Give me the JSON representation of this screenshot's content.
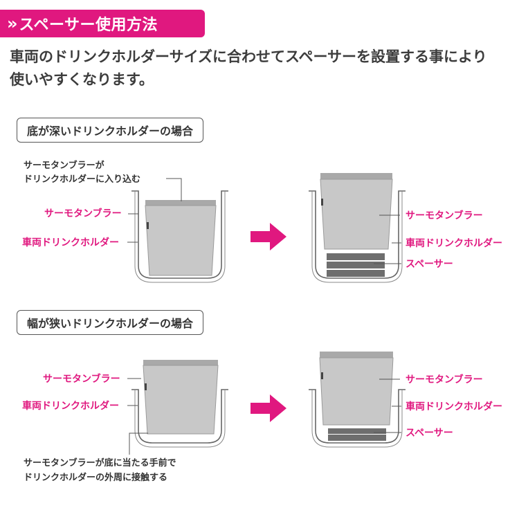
{
  "header": {
    "title": "スペーサー使用方法",
    "chevron": "»"
  },
  "intro": {
    "line1": "車両のドリンクホルダーサイズに合わせてスペーサーを設置する事により",
    "line2": "使いやすくなります。"
  },
  "section1": {
    "title": "底が深いドリンクホルダーの場合",
    "note_line1": "サーモタンブラーが",
    "note_line2": "ドリンクホルダーに入り込む",
    "tumbler_left": "サーモタンブラー",
    "holder_left": "車両ドリンクホルダー",
    "tumbler_right": "サーモタンブラー",
    "holder_right": "車両ドリンクホルダー",
    "spacer_right": "スペーサー"
  },
  "section2": {
    "title": "幅が狭いドリンクホルダーの場合",
    "tumbler_left": "サーモタンブラー",
    "holder_left": "車両ドリンクホルダー",
    "note_line1": "サーモタンブラーが底に当たる手前で",
    "note_line2": "ドリンクホルダーの外周に接触する",
    "tumbler_right": "サーモタンブラー",
    "holder_right": "車両ドリンクホルダー",
    "spacer_right": "スペーサー"
  },
  "colors": {
    "accent": "#e0187f",
    "tumbler": "#c8c8c8",
    "tumbler_rim": "#a9a9a9",
    "spacer": "#6e6e6e",
    "holder_line": "#666666"
  },
  "icons": {
    "arrow": "arrow-right-icon",
    "chevron": "double-chevron-right-icon"
  }
}
